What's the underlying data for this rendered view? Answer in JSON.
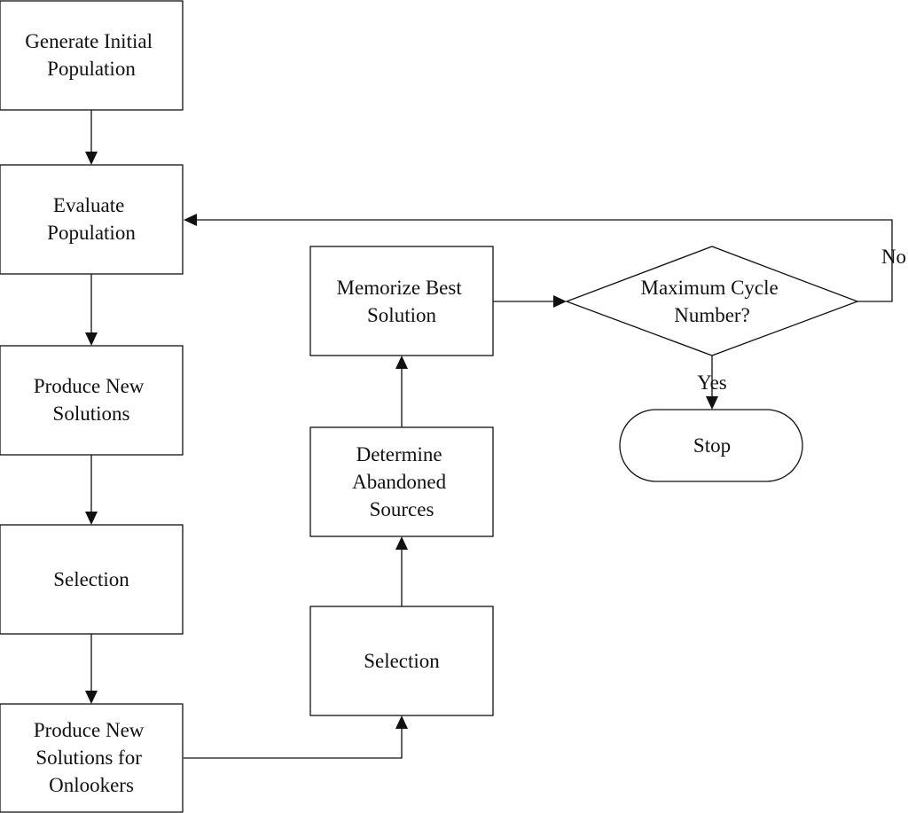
{
  "diagram": {
    "nodes": {
      "generate": {
        "lines": [
          "Generate Initial",
          "Population"
        ]
      },
      "evaluate": {
        "lines": [
          "Evaluate",
          "Population"
        ]
      },
      "produce": {
        "lines": [
          "Produce New",
          "Solutions"
        ]
      },
      "selection_left": {
        "lines": [
          "Selection"
        ]
      },
      "produce_onlookers": {
        "lines": [
          "Produce New",
          "Solutions for",
          "Onlookers"
        ]
      },
      "selection_mid": {
        "lines": [
          "Selection"
        ]
      },
      "determine": {
        "lines": [
          "Determine",
          "Abandoned",
          "Sources"
        ]
      },
      "memorize": {
        "lines": [
          "Memorize Best",
          "Solution"
        ]
      },
      "decision": {
        "lines": [
          "Maximum Cycle",
          "Number?"
        ]
      },
      "stop": {
        "lines": [
          "Stop"
        ]
      }
    },
    "edge_labels": {
      "no": "No",
      "yes": "Yes"
    }
  }
}
